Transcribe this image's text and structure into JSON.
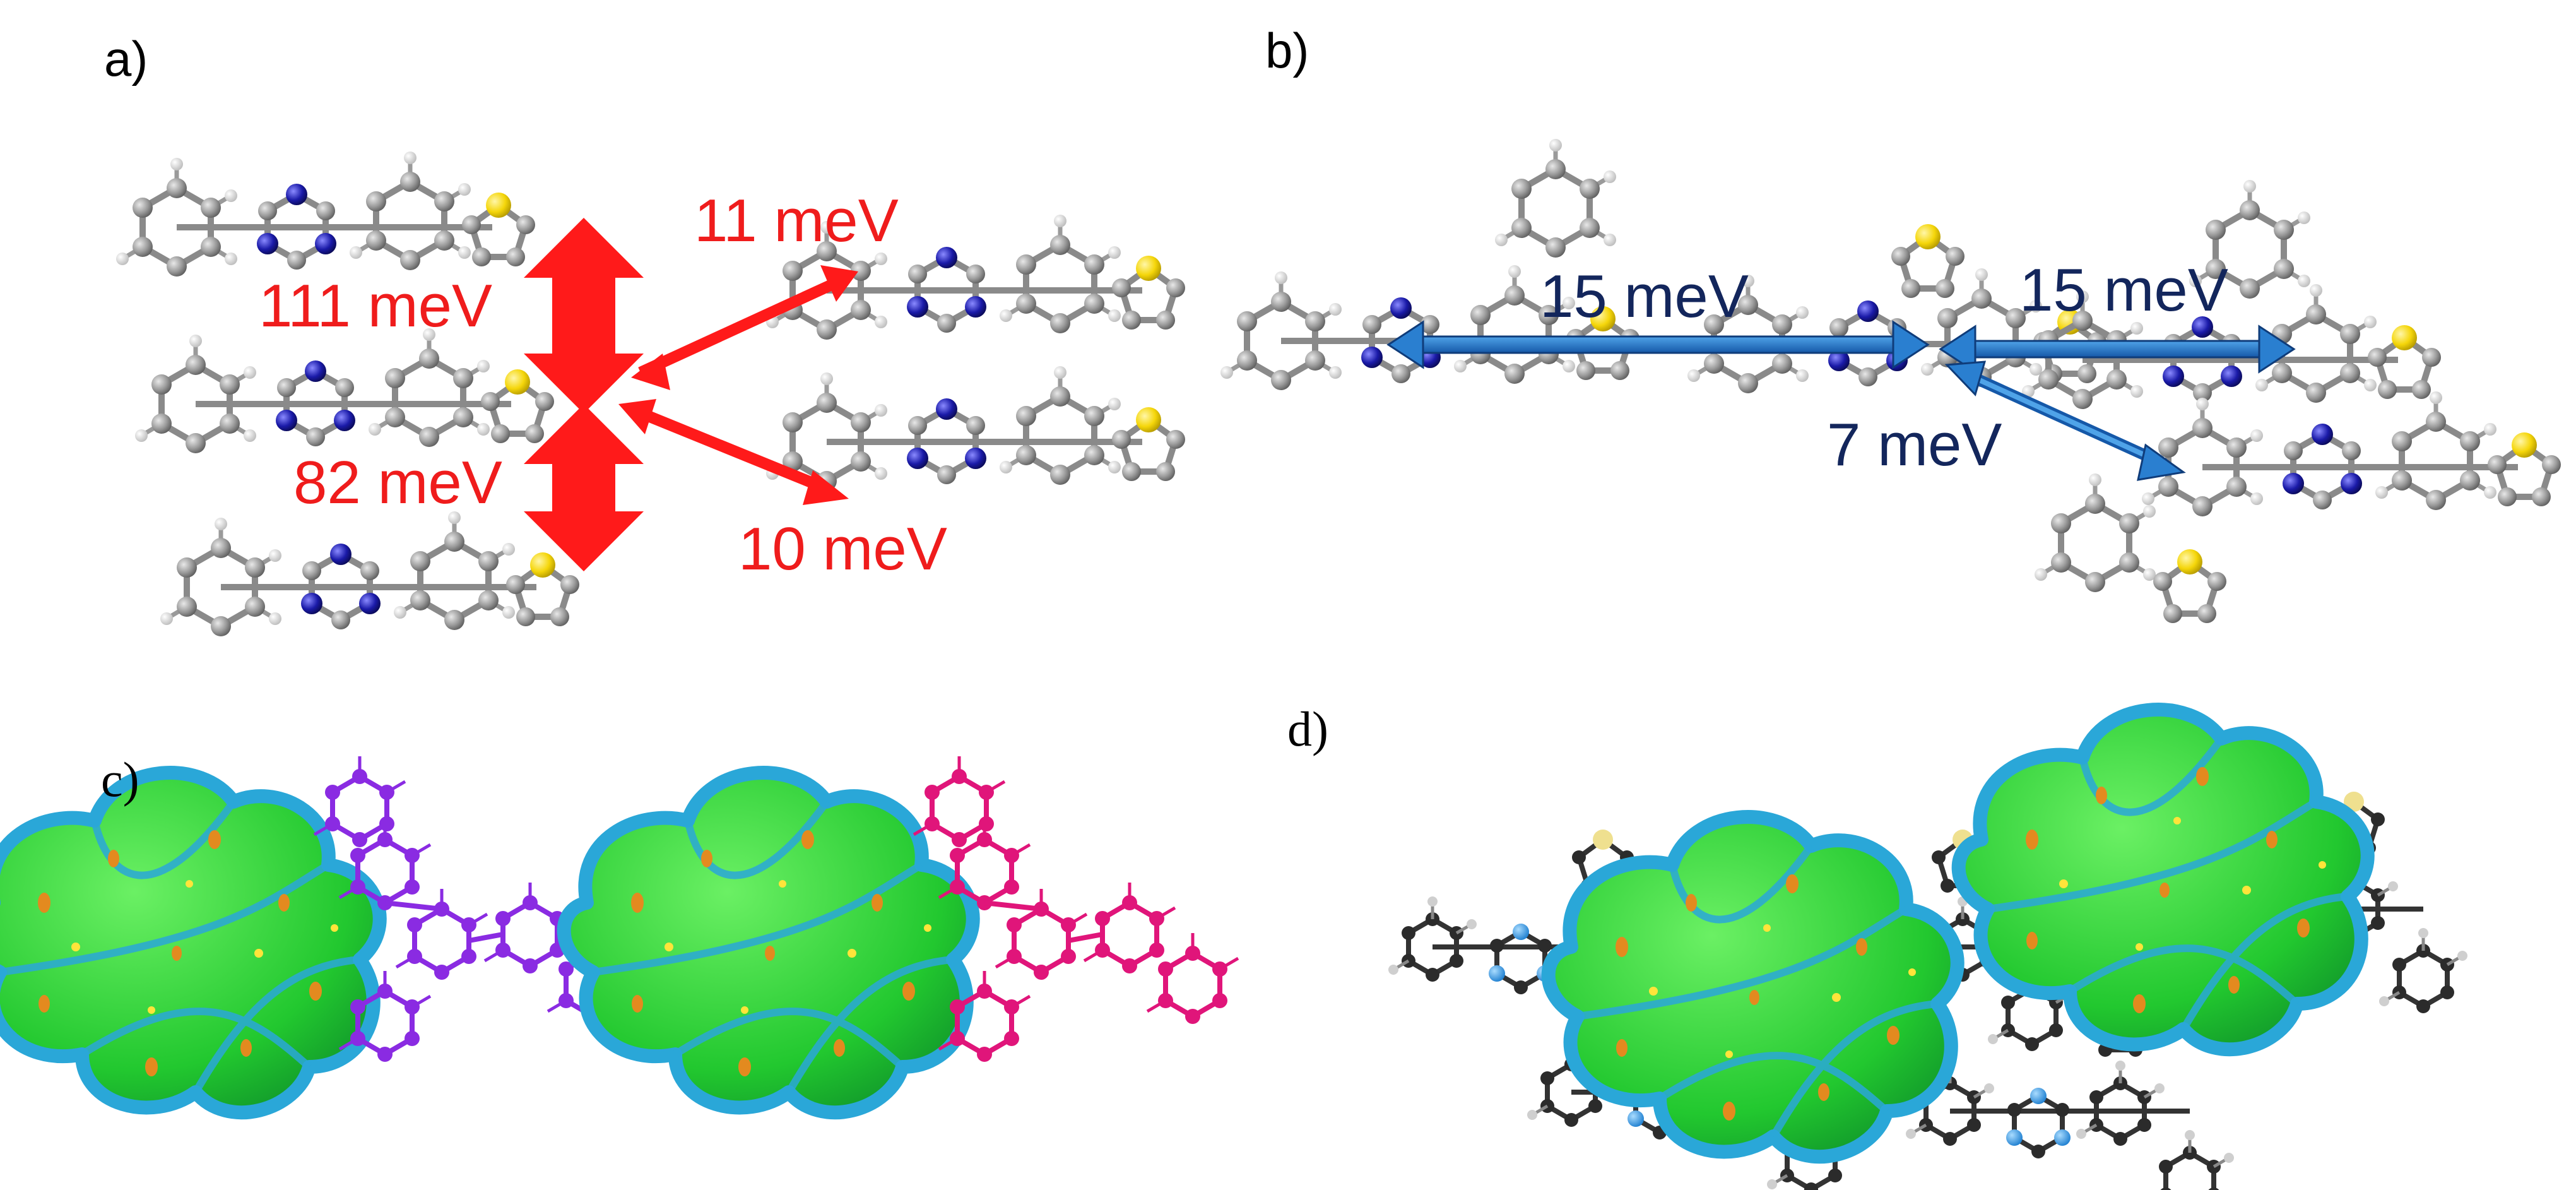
{
  "panels": {
    "a": {
      "label": "a)",
      "energies": {
        "vertical_top": "111 meV",
        "vertical_bottom": "82 meV",
        "diag_top": "11 meV",
        "diag_bottom": "10 meV"
      },
      "arrow_color": "#ff1a1a",
      "label_color": "#ef1c1c"
    },
    "b": {
      "label": "b)",
      "energies": {
        "left": "15 meV",
        "right": "15 meV",
        "diag": "7 meV"
      },
      "arrow_color": "#1f73c2",
      "label_color": "#13265c"
    },
    "c": {
      "label": "c)",
      "molecule_colors": [
        "#8a2be2",
        "#e0157a"
      ]
    },
    "d": {
      "label": "d)"
    }
  },
  "colors": {
    "carbon": "#8c8c8c",
    "hydrogen": "#d9d9d9",
    "nitrogen": "#1a1aa8",
    "sulfur": "#f5d60a",
    "surface": "#27d43a",
    "surface_edge": "#2aa7d8",
    "surface_spot": "#e38a1f"
  },
  "icons": {
    "molecule": "ball-and-stick-molecule",
    "surface": "hirshfeld-surface"
  }
}
